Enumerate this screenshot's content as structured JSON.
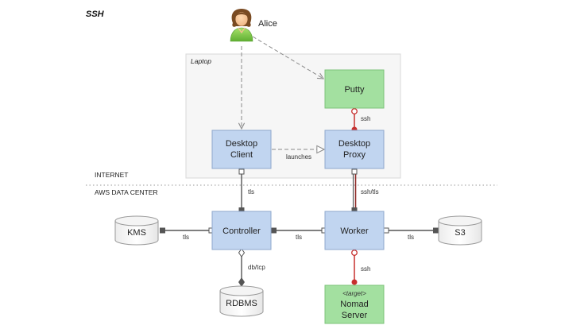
{
  "title": "SSH",
  "zones": {
    "laptop": "Laptop",
    "internet": "INTERNET",
    "aws": "AWS DATA CENTER"
  },
  "actor": {
    "name": "Alice"
  },
  "nodes": {
    "putty": "Putty",
    "desktop_client": [
      "Desktop",
      "Client"
    ],
    "desktop_proxy": [
      "Desktop",
      "Proxy"
    ],
    "controller": "Controller",
    "worker": "Worker",
    "kms": "KMS",
    "s3": "S3",
    "rdbms": "RDBMS",
    "nomad": {
      "stereotype": "<target>",
      "lines": [
        "Nomad",
        "Server"
      ]
    }
  },
  "edges": {
    "putty_proxy": "ssh",
    "client_proxy": "launches",
    "client_controller": "tls",
    "proxy_worker": "ssh/tls",
    "kms_controller": "tls",
    "controller_worker": "tls",
    "worker_s3": "tls",
    "controller_rdbms": "db/tcp",
    "worker_nomad": "ssh"
  },
  "colors": {
    "blue_fill": "#c1d5f0",
    "blue_stroke": "#8fa8cc",
    "green_fill": "#a3e0a0",
    "green_stroke": "#7cc37a",
    "red": "#c7302e",
    "dark_red": "#8f2a28",
    "connector": "#555555",
    "dashed": "#8a8a8a",
    "laptop_fill": "#f6f6f6",
    "laptop_stroke": "#d8d8d8"
  }
}
